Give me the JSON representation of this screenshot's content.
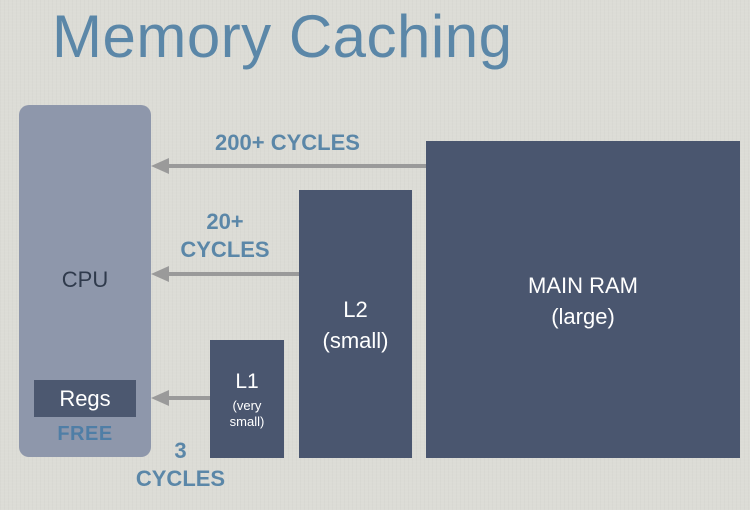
{
  "title": "Memory Caching",
  "cpu": {
    "label": "CPU",
    "registers_label": "Regs",
    "registers_cost": "FREE"
  },
  "memories": {
    "l1": {
      "name": "L1",
      "size_line1": "(very",
      "size_line2": "small)",
      "latency_line1": "3",
      "latency_line2": "CYCLES"
    },
    "l2": {
      "name": "L2",
      "size": "(small)",
      "latency_line1": "20+",
      "latency_line2": "CYCLES"
    },
    "ram": {
      "name": "MAIN RAM",
      "size": "(large)",
      "latency": "200+ CYCLES"
    }
  },
  "colors": {
    "title": "#5b87a8",
    "cpu_box": "#8e97ab",
    "memory_box": "#4a566f",
    "arrow": "#9a9a9a",
    "cycles_text": "#5b87a8"
  }
}
